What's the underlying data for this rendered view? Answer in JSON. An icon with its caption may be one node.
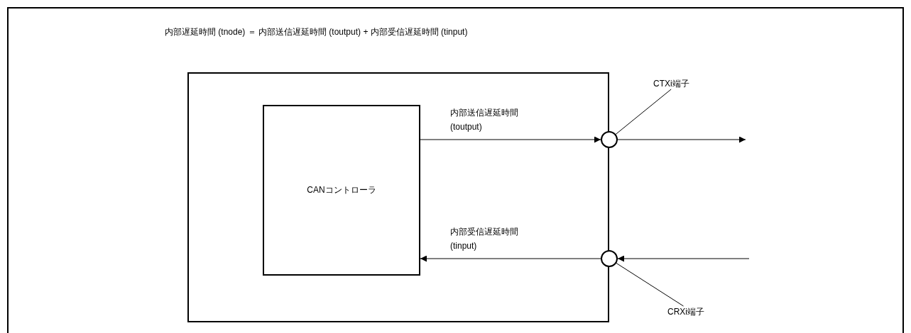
{
  "diagram": {
    "title": "内部遅延時間 (tnode) ＝ 内部送信遅延時間 (toutput) + 内部受信遅延時間 (tinput)",
    "nodes": [
      {
        "text": [],
        "shape": "box"
      },
      {
        "text": [
          "CANコントローラ"
        ],
        "in": 0
      },
      {
        "text": [],
        "shape": "circle"
      },
      {
        "text": [],
        "shape": "circle"
      },
      {
        "text": [
          "CTXi端子"
        ]
      },
      {
        "text": [
          "CRXi端子"
        ]
      }
    ],
    "edges": [
      {
        "from": 1,
        "to": 2,
        "arrow": "to",
        "label": "内部送信遅延時間 (toutput)"
      },
      {
        "from": 2,
        "to": null,
        "arrow": "to"
      },
      {
        "from": null,
        "to": 3,
        "arrow": "to"
      },
      {
        "from": 3,
        "to": 1,
        "arrow": "to",
        "label": "内部受信遅延時間 (tinput)"
      },
      {
        "from": 4,
        "to": 2,
        "arrow": "none"
      },
      {
        "from": 5,
        "to": 3,
        "arrow": "none"
      }
    ]
  }
}
